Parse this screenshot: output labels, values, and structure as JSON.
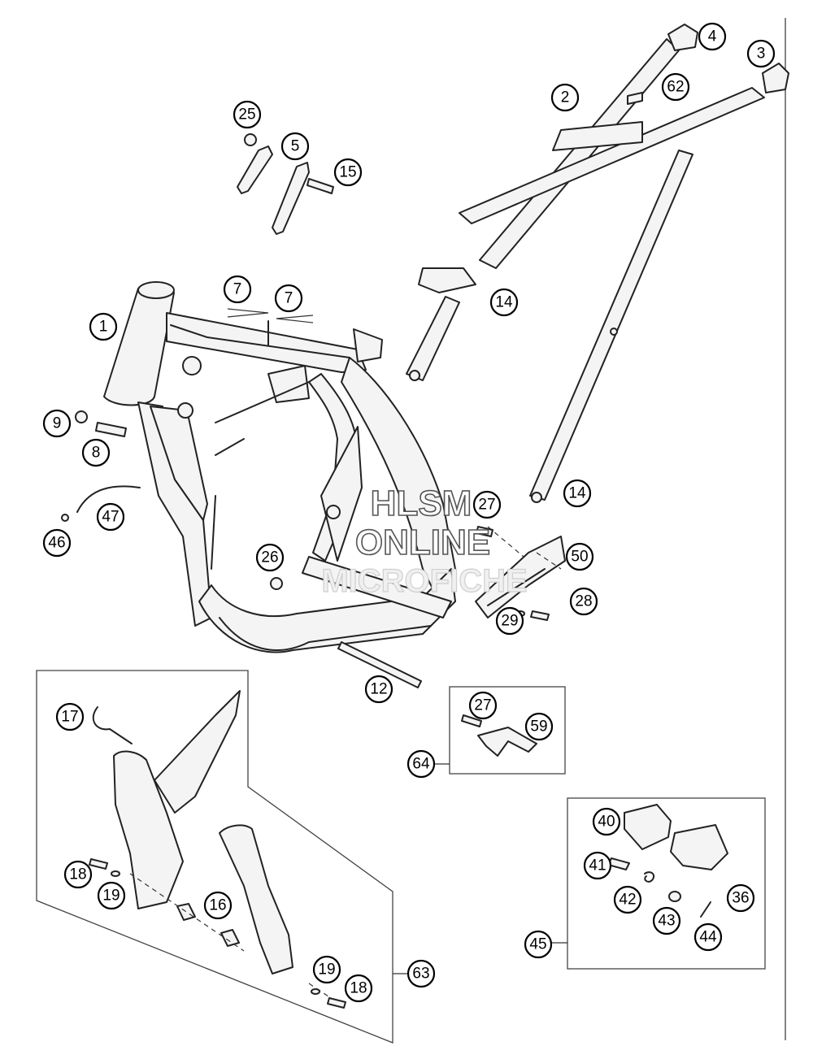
{
  "watermark": {
    "line1": "HLSM",
    "line2": "ONLINE",
    "line3": "MICROFICHE"
  },
  "callouts": [
    {
      "id": "c1",
      "label": "1"
    },
    {
      "id": "c2",
      "label": "2"
    },
    {
      "id": "c3",
      "label": "3"
    },
    {
      "id": "c4",
      "label": "4"
    },
    {
      "id": "c5",
      "label": "5"
    },
    {
      "id": "c7a",
      "label": "7"
    },
    {
      "id": "c7b",
      "label": "7"
    },
    {
      "id": "c8",
      "label": "8"
    },
    {
      "id": "c9",
      "label": "9"
    },
    {
      "id": "c12",
      "label": "12"
    },
    {
      "id": "c14a",
      "label": "14"
    },
    {
      "id": "c14b",
      "label": "14"
    },
    {
      "id": "c15",
      "label": "15"
    },
    {
      "id": "c16",
      "label": "16"
    },
    {
      "id": "c17",
      "label": "17"
    },
    {
      "id": "c18a",
      "label": "18"
    },
    {
      "id": "c18b",
      "label": "18"
    },
    {
      "id": "c19a",
      "label": "19"
    },
    {
      "id": "c19b",
      "label": "19"
    },
    {
      "id": "c25",
      "label": "25"
    },
    {
      "id": "c26",
      "label": "26"
    },
    {
      "id": "c27a",
      "label": "27"
    },
    {
      "id": "c27b",
      "label": "27"
    },
    {
      "id": "c28",
      "label": "28"
    },
    {
      "id": "c29",
      "label": "29"
    },
    {
      "id": "c36",
      "label": "36"
    },
    {
      "id": "c40",
      "label": "40"
    },
    {
      "id": "c41",
      "label": "41"
    },
    {
      "id": "c42",
      "label": "42"
    },
    {
      "id": "c43",
      "label": "43"
    },
    {
      "id": "c44",
      "label": "44"
    },
    {
      "id": "c45",
      "label": "45"
    },
    {
      "id": "c46",
      "label": "46"
    },
    {
      "id": "c47",
      "label": "47"
    },
    {
      "id": "c50",
      "label": "50"
    },
    {
      "id": "c59",
      "label": "59"
    },
    {
      "id": "c62",
      "label": "62"
    },
    {
      "id": "c63",
      "label": "63"
    },
    {
      "id": "c64",
      "label": "64"
    }
  ]
}
